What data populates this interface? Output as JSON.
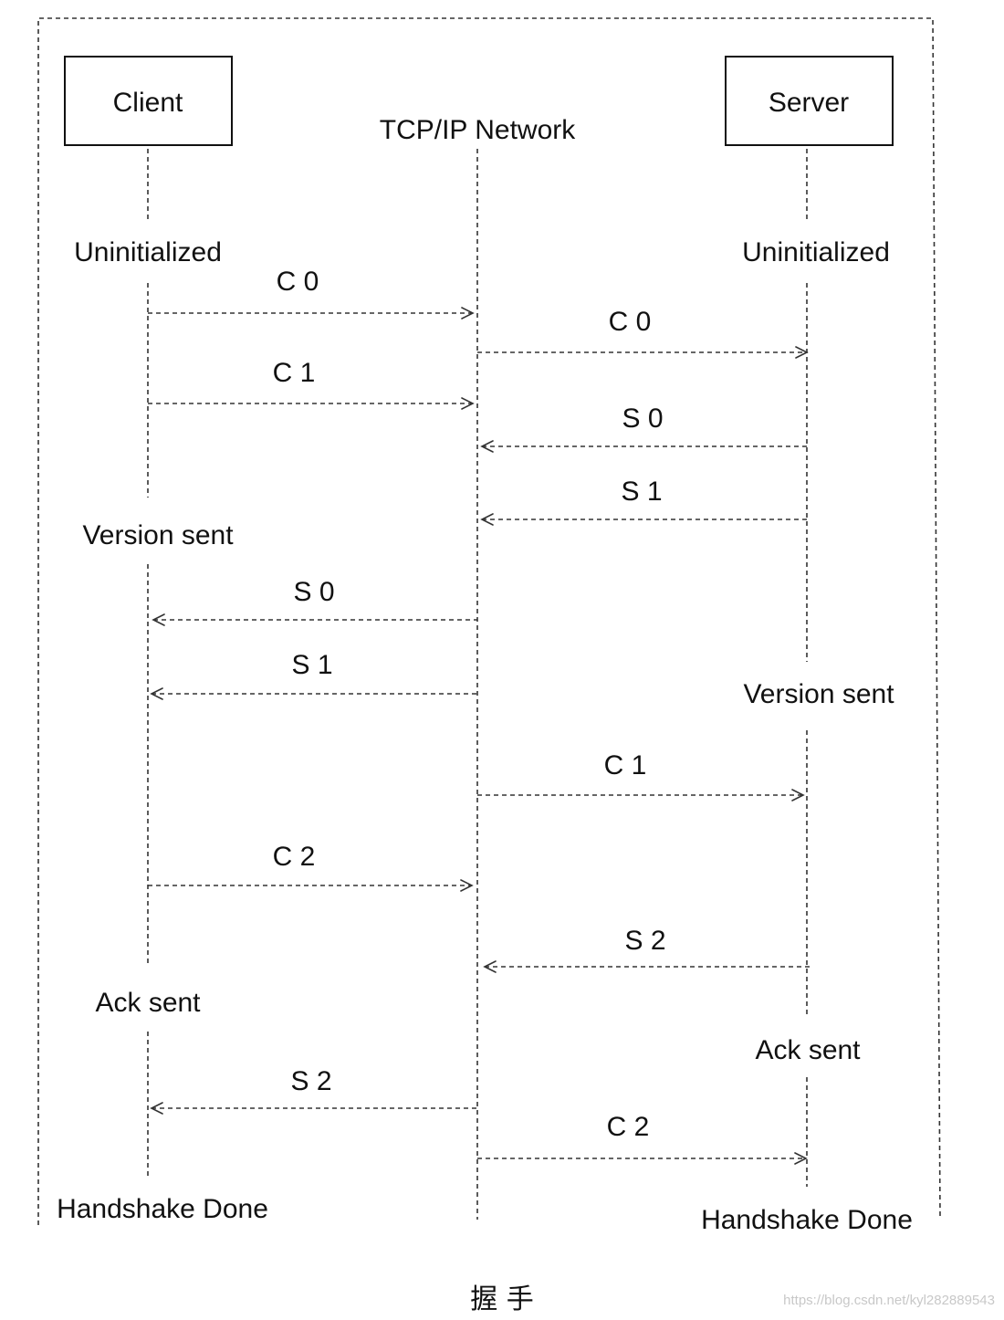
{
  "participants": {
    "client": "Client",
    "network": "TCP/IP Network",
    "server": "Server"
  },
  "states": {
    "client_uninitialized": "Uninitialized",
    "server_uninitialized": "Uninitialized",
    "client_version_sent": "Version sent",
    "server_version_sent": "Version sent",
    "client_ack_sent": "Ack sent",
    "server_ack_sent": "Ack sent",
    "client_handshake_done": "Handshake Done",
    "server_handshake_done": "Handshake Done"
  },
  "messages": [
    {
      "label": "C 0",
      "from": "client",
      "to": "network"
    },
    {
      "label": "C 0",
      "from": "network",
      "to": "server"
    },
    {
      "label": "C 1",
      "from": "client",
      "to": "network"
    },
    {
      "label": "S 0",
      "from": "server",
      "to": "network"
    },
    {
      "label": "S 1",
      "from": "server",
      "to": "network"
    },
    {
      "label": "S 0",
      "from": "network",
      "to": "client"
    },
    {
      "label": "S 1",
      "from": "network",
      "to": "client"
    },
    {
      "label": "C 1",
      "from": "network",
      "to": "server"
    },
    {
      "label": "C 2",
      "from": "client",
      "to": "network"
    },
    {
      "label": "S 2",
      "from": "server",
      "to": "network"
    },
    {
      "label": "S 2",
      "from": "network",
      "to": "client"
    },
    {
      "label": "C 2",
      "from": "network",
      "to": "server"
    }
  ],
  "caption": "握 手",
  "watermark": "https://blog.csdn.net/kyl282889543"
}
